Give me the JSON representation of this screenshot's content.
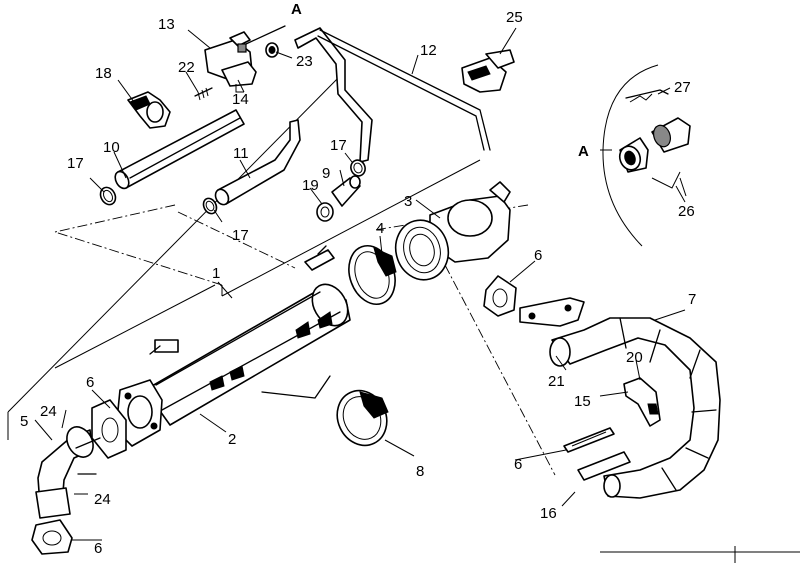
{
  "callouts": [
    {
      "id": "label-1",
      "text": "1"
    },
    {
      "id": "label-2",
      "text": "2"
    },
    {
      "id": "label-3",
      "text": "3"
    },
    {
      "id": "label-4",
      "text": "4"
    },
    {
      "id": "label-5",
      "text": "5"
    },
    {
      "id": "label-6-top",
      "text": "6"
    },
    {
      "id": "label-6-left",
      "text": "6"
    },
    {
      "id": "label-6-mid",
      "text": "6"
    },
    {
      "id": "label-6-bottom",
      "text": "6"
    },
    {
      "id": "label-7",
      "text": "7"
    },
    {
      "id": "label-8",
      "text": "8"
    },
    {
      "id": "label-9",
      "text": "9"
    },
    {
      "id": "label-10",
      "text": "10"
    },
    {
      "id": "label-11",
      "text": "11"
    },
    {
      "id": "label-12",
      "text": "12"
    },
    {
      "id": "label-13",
      "text": "13"
    },
    {
      "id": "label-14",
      "text": "14"
    },
    {
      "id": "label-15",
      "text": "15"
    },
    {
      "id": "label-16",
      "text": "16"
    },
    {
      "id": "label-17-left",
      "text": "17"
    },
    {
      "id": "label-17-mid",
      "text": "17"
    },
    {
      "id": "label-17-right",
      "text": "17"
    },
    {
      "id": "label-18",
      "text": "18"
    },
    {
      "id": "label-19",
      "text": "19"
    },
    {
      "id": "label-20",
      "text": "20"
    },
    {
      "id": "label-21",
      "text": "21"
    },
    {
      "id": "label-22",
      "text": "22"
    },
    {
      "id": "label-23",
      "text": "23"
    },
    {
      "id": "label-24-top",
      "text": "24"
    },
    {
      "id": "label-24-bottom",
      "text": "24"
    },
    {
      "id": "label-25",
      "text": "25"
    },
    {
      "id": "label-26",
      "text": "26"
    },
    {
      "id": "label-27",
      "text": "27"
    },
    {
      "id": "detail-a-top",
      "text": "A"
    },
    {
      "id": "detail-a-side",
      "text": "A"
    }
  ]
}
